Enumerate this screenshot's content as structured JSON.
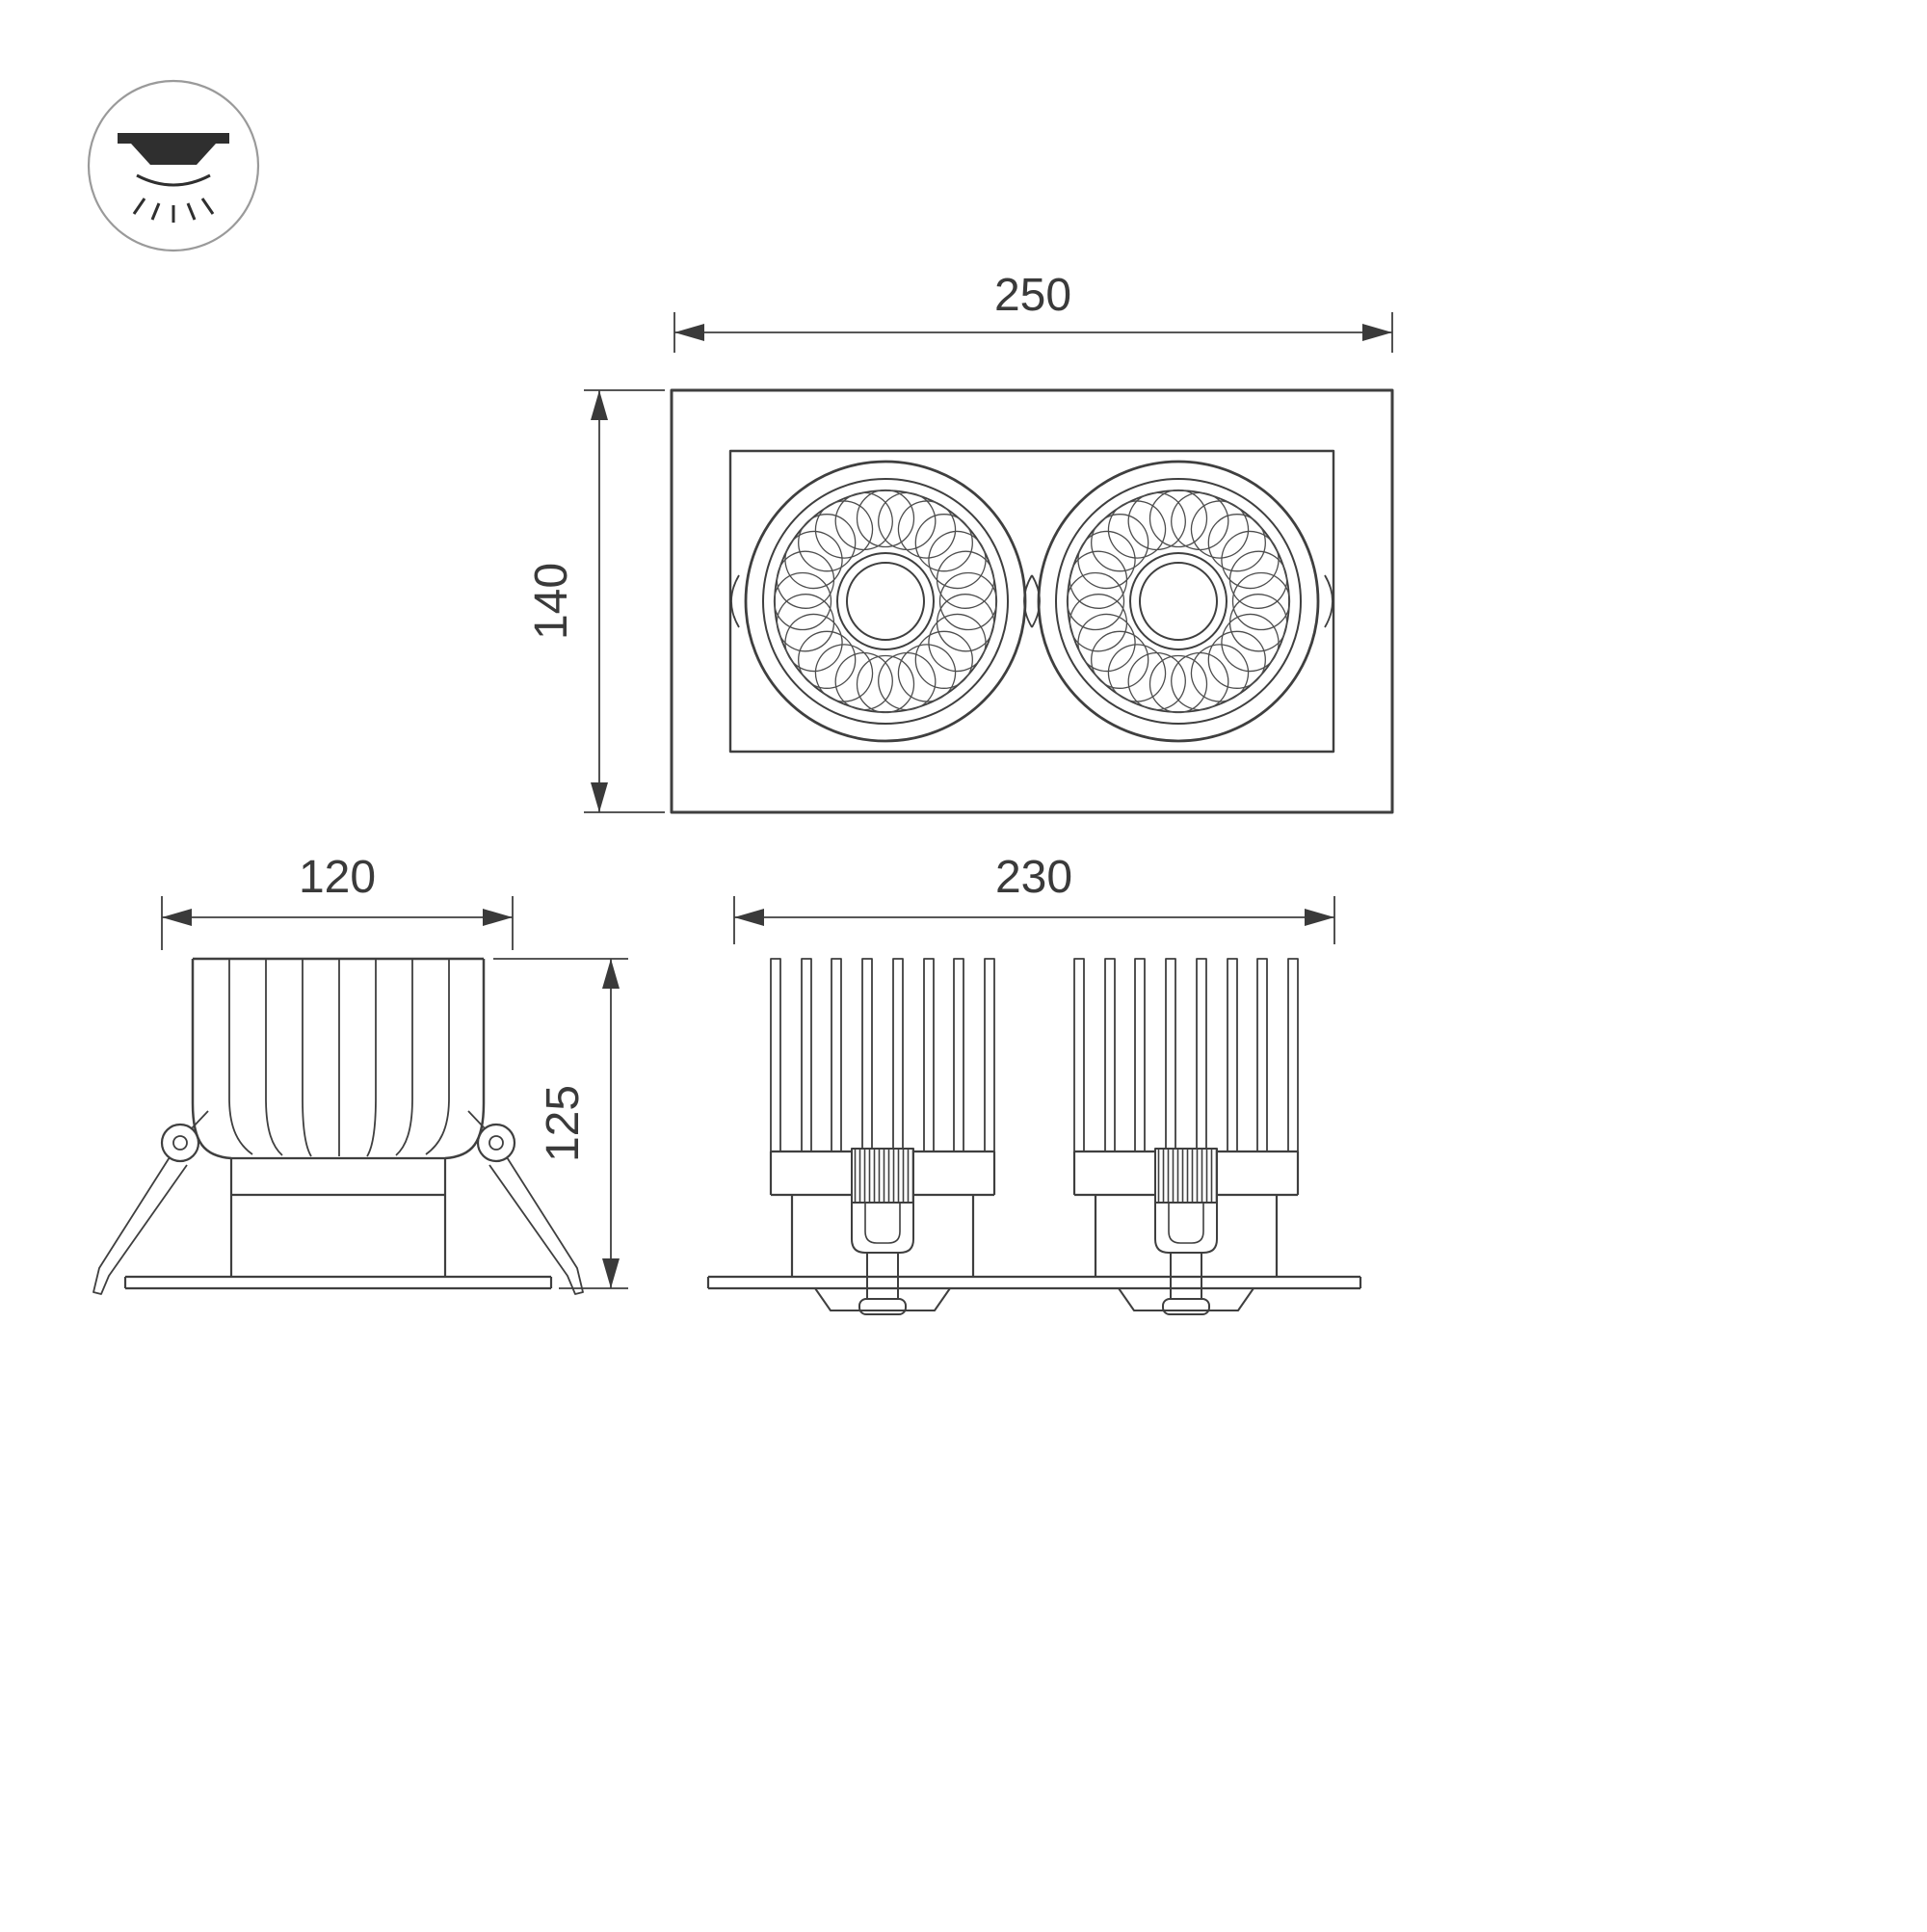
{
  "drawing": {
    "background": "#ffffff",
    "line_color": "#3f3f3f",
    "text_color": "#3a3a3a",
    "icon": {
      "name": "recessed-downlight-icon"
    },
    "views": {
      "top": {
        "width_mm": "250",
        "height_mm": "140"
      },
      "side": {
        "width_mm": "120",
        "height_mm": "125"
      },
      "front": {
        "width_mm": "230"
      }
    }
  }
}
